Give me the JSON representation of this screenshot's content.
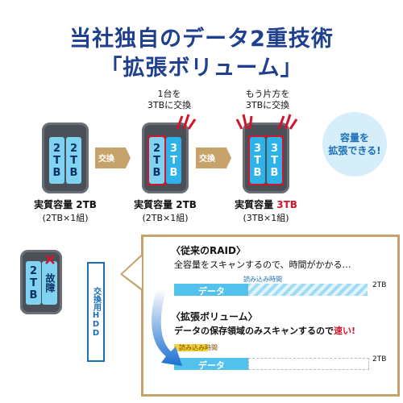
{
  "title": {
    "line1": "当社独自のデータ2重技術",
    "line2": "「拡張ボリューム」"
  },
  "steps": {
    "device1": {
      "disk_a": "2TB",
      "disk_b": "2TB",
      "cap": "実質容量 2TB",
      "sub": "(2TB×1組)"
    },
    "arrow1": {
      "label": "交換"
    },
    "device2": {
      "note": "1台を\n3TBに交換",
      "disk_a": "2TB",
      "disk_b": "3TB",
      "cap": "実質容量 2TB",
      "sub": "(2TB×1組)"
    },
    "arrow2": {
      "label": "交換"
    },
    "device3": {
      "note": "もう片方を\n3TBに交換",
      "disk_a": "3TB",
      "disk_b": "3TB",
      "cap_prefix": "実質容量 ",
      "cap_value": "3TB",
      "sub": "(3TB×1組)"
    }
  },
  "callout": {
    "line1": "容量を",
    "line2": "拡張できる!"
  },
  "failed_drive": {
    "disk_a": "2TB",
    "disk_b": "故障",
    "tag": "交換用HDD"
  },
  "panel": {
    "old": {
      "title": "〈従来のRAID〉",
      "text": "全容量をスキャンするので、時間がかかる…",
      "bar_caption": "読み込み時間",
      "bar_label": "データ",
      "size": "2TB"
    },
    "new": {
      "title": "〈拡張ボリューム〉",
      "text_prefix": "データの保存領域のみスキャンするので",
      "text_emph": "速い!",
      "bar_caption": "読み込み時間",
      "bar_label": "データ",
      "size": "2TB"
    }
  },
  "colors": {
    "title": "#1f3f8f",
    "accent_red": "#d3152b",
    "disk_blue": "#2db3ea",
    "gold": "#c6a36b"
  }
}
